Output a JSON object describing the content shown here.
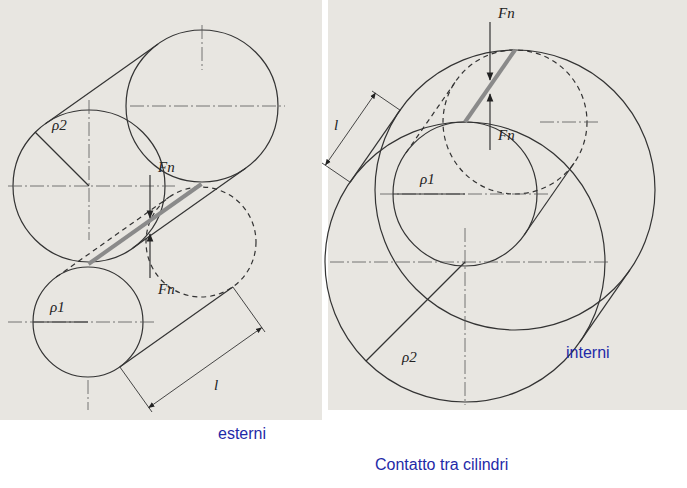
{
  "diagram": {
    "caption": "Contatto tra cilindri",
    "labels": [
      "ρ2",
      "Fn",
      "Fn",
      "ρ1",
      "l",
      "esterni",
      "Fn",
      "Fn",
      "ρ1",
      "ρ2",
      "l",
      "interni"
    ]
  }
}
